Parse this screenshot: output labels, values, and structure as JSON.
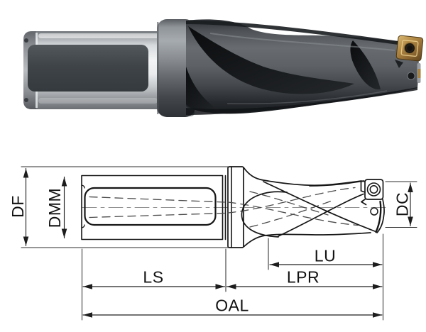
{
  "drawing": {
    "labels": {
      "df": "DF",
      "dmm": "DMM",
      "dc": "DC",
      "lu": "LU",
      "ls": "LS",
      "lpr": "LPR",
      "oal": "OAL"
    }
  },
  "colors": {
    "line": "#1a1a1a",
    "hidden_line": "#4c4c4c",
    "dim_line": "#222222",
    "metal_light": "#e9ebed",
    "metal_dark": "#4e5256",
    "flute_black": "#0e1013",
    "insert_bronze": "#b38a46",
    "screw_dark": "#15110c",
    "coolant_hole": "#17191b",
    "background": "#ffffff"
  }
}
